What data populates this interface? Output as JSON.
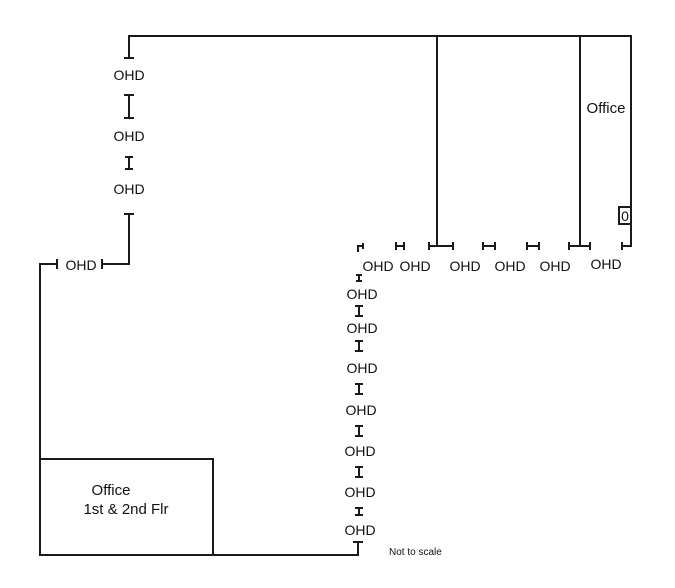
{
  "diagram": {
    "type": "floor-plan",
    "note": "Not to scale",
    "rooms": [
      {
        "id": "office-top-right",
        "label": "Office"
      },
      {
        "id": "office-bottom-left",
        "label_line1": "Office",
        "label_line2": "1st & 2nd Flr"
      }
    ],
    "small_box_label": "0",
    "door_label": "OHD",
    "doors": {
      "left_column": [
        "OHD",
        "OHD",
        "OHD"
      ],
      "left_horizontal": [
        "OHD"
      ],
      "top_row": [
        "OHD",
        "OHD",
        "OHD",
        "OHD",
        "OHD",
        "OHD"
      ],
      "middle_column": [
        "OHD",
        "OHD",
        "OHD",
        "OHD",
        "OHD",
        "OHD",
        "OHD"
      ]
    },
    "colors": {
      "line": "#1a1a1a",
      "text": "#111111",
      "background": "#ffffff"
    }
  }
}
